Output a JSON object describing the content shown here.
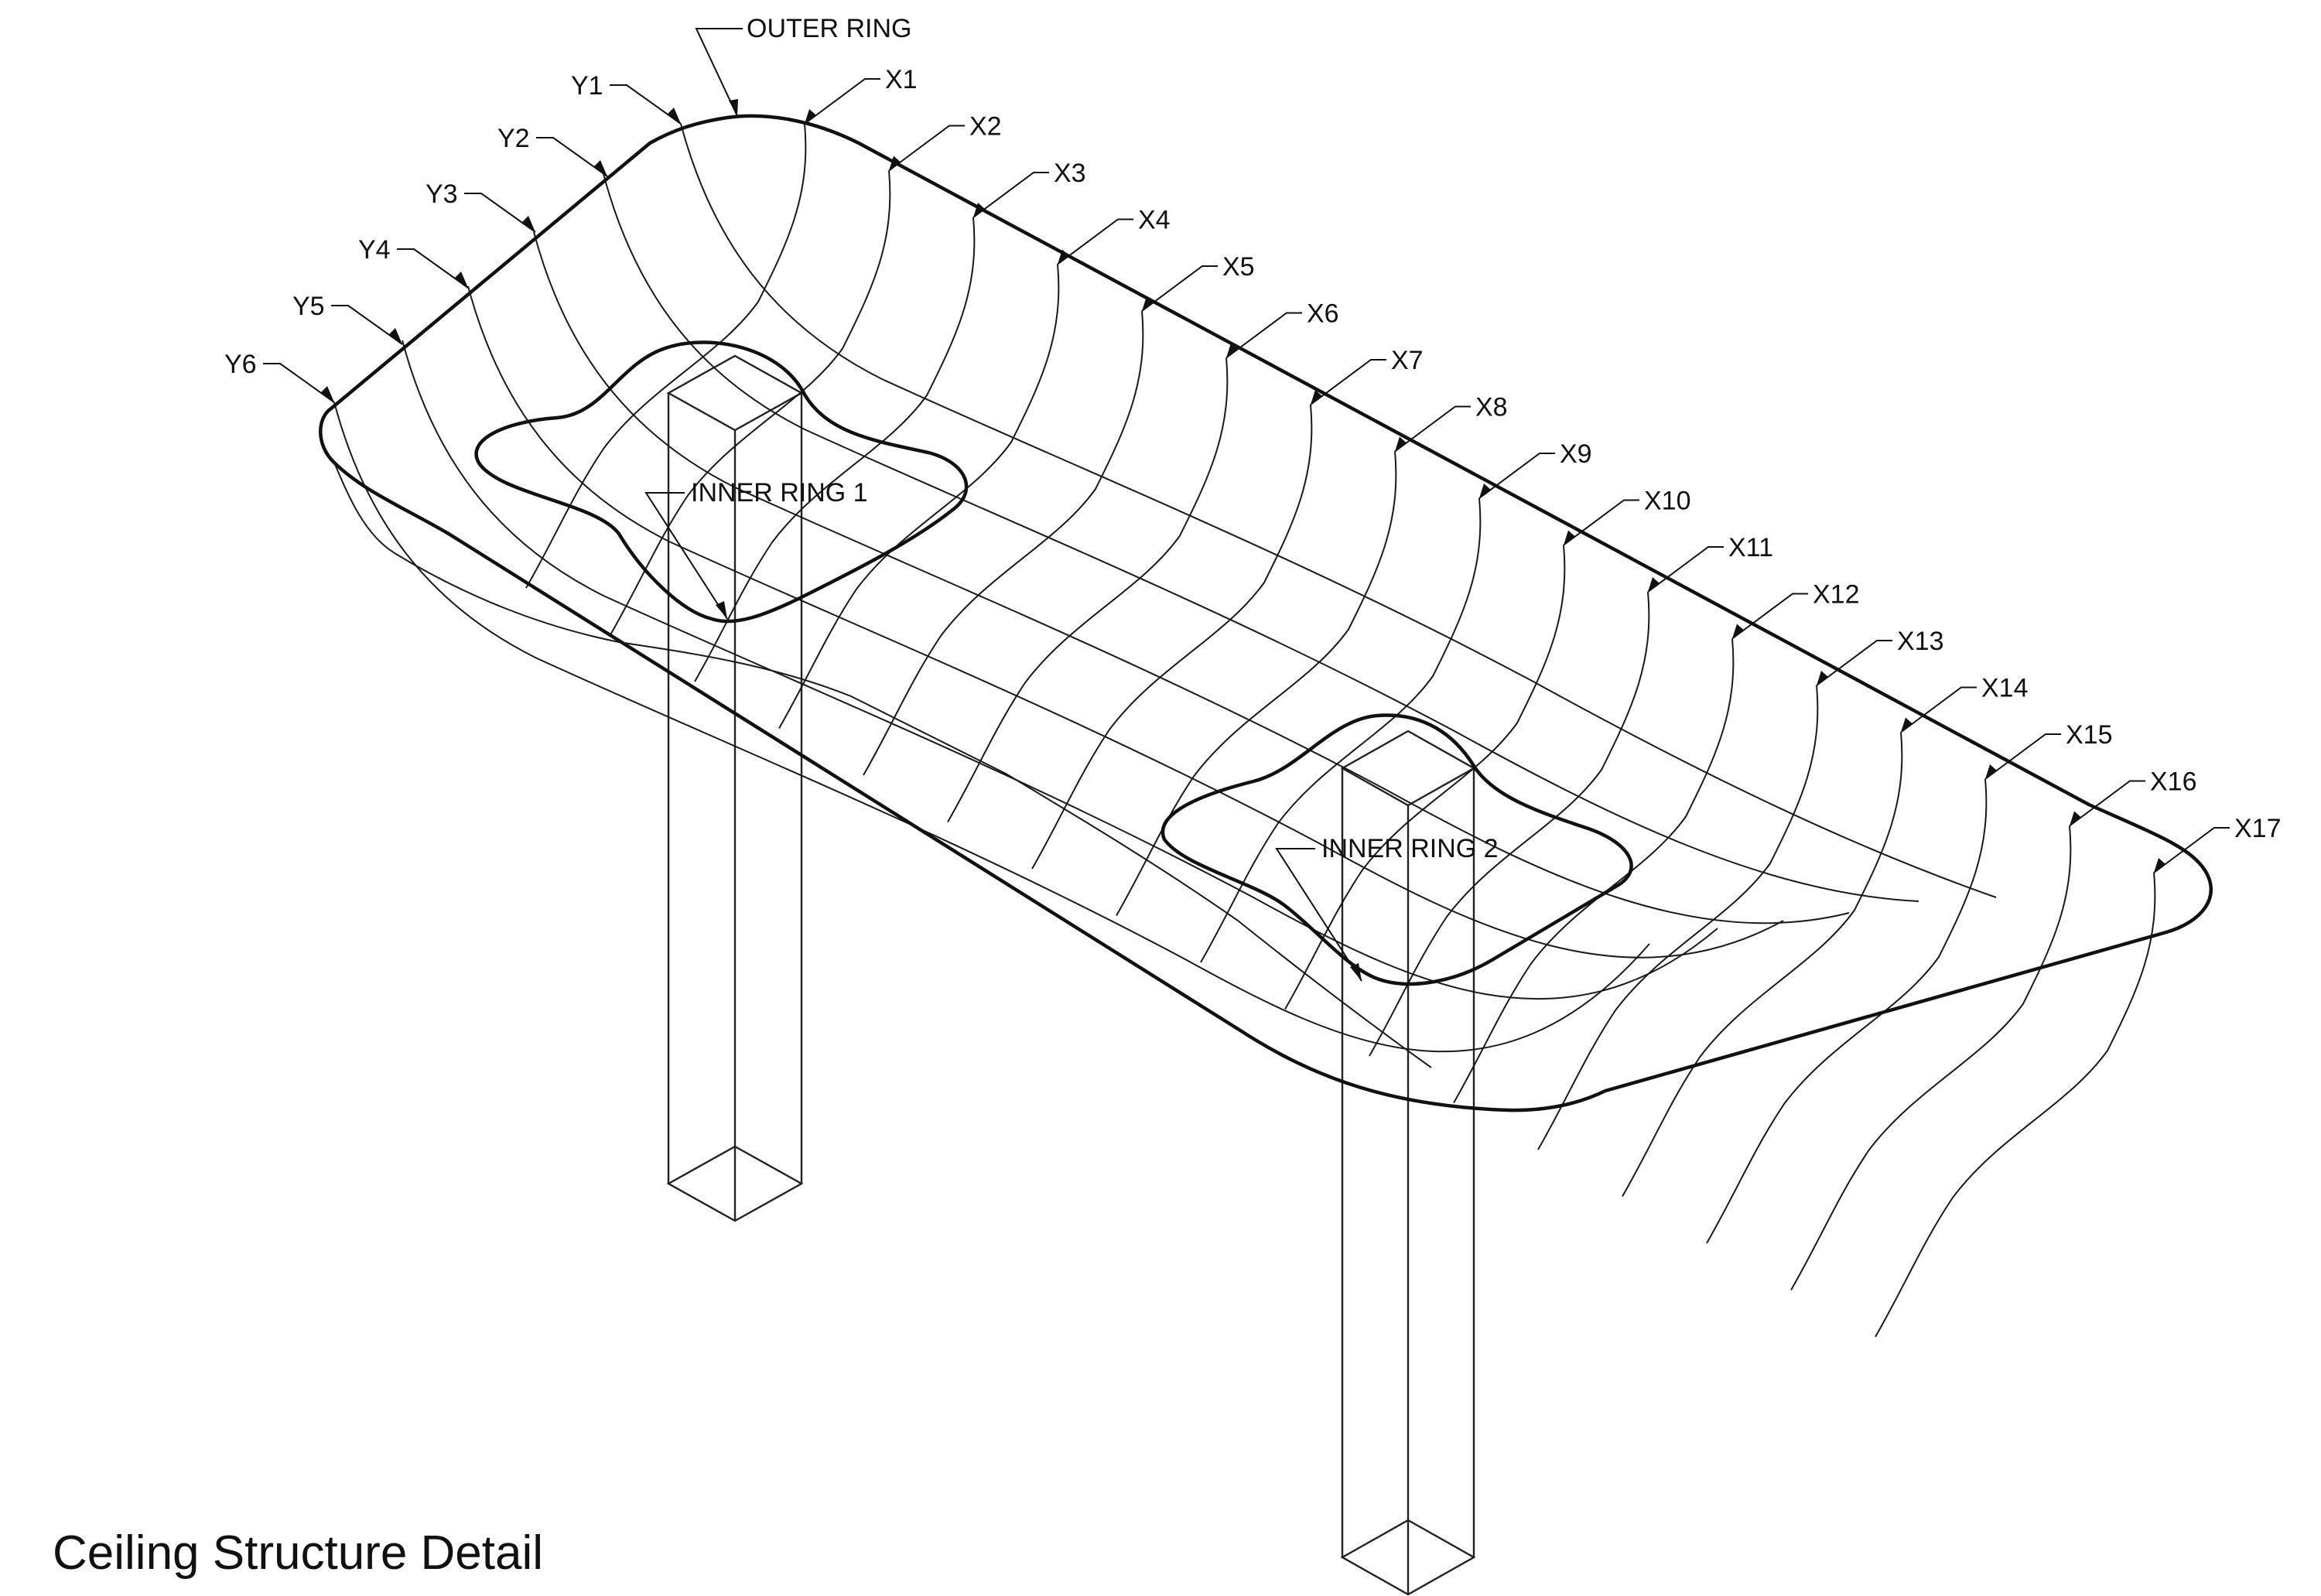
{
  "title": "Ceiling Structure Detail",
  "labels": {
    "outer_ring": "OUTER RING",
    "inner_ring_1": "INNER RING 1",
    "inner_ring_2": "INNER RING 2"
  },
  "x_ribs": [
    "X1",
    "X2",
    "X3",
    "X4",
    "X5",
    "X6",
    "X7",
    "X8",
    "X9",
    "X10",
    "X11",
    "X12",
    "X13",
    "X14",
    "X15",
    "X16",
    "X17"
  ],
  "y_ribs": [
    "Y1",
    "Y2",
    "Y3",
    "Y4",
    "Y5",
    "Y6"
  ],
  "colors": {
    "line": "#111111",
    "background": "#ffffff"
  }
}
